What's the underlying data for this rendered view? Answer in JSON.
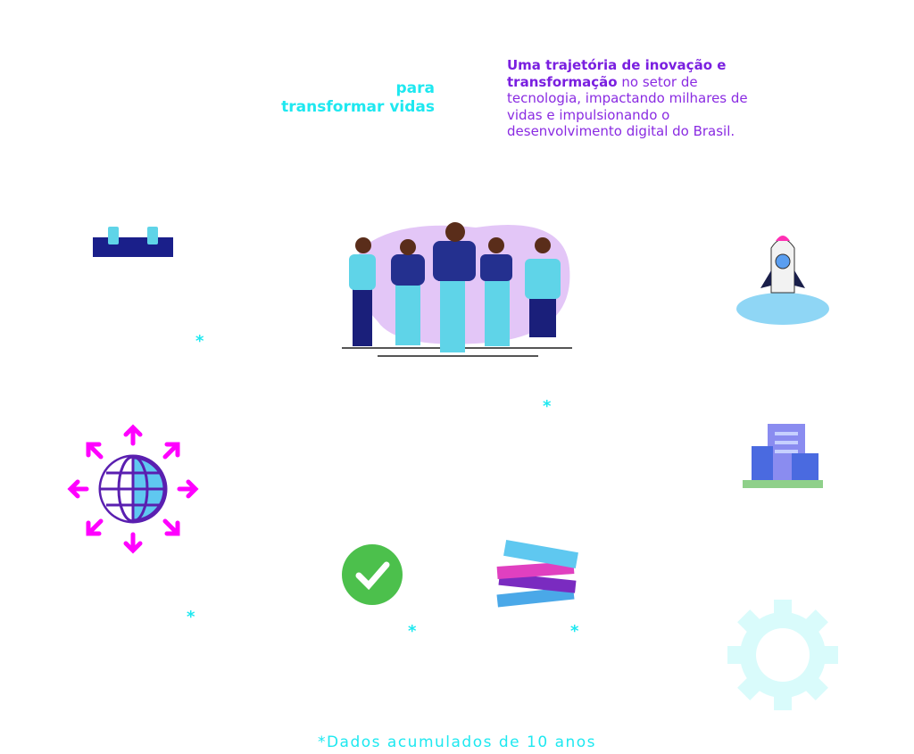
{
  "headline": {
    "line1": "para",
    "line2": "transformar vidas"
  },
  "intro": {
    "bold": "Uma trajetória de inovação e transformação",
    "rest": " no setor de tecnologia, impactando milhares de vidas e impulsionando o desenvolvimento digital do Brasil."
  },
  "asterisk": "*",
  "footer": "*Dados acumulados de 10 anos",
  "colors": {
    "cyan": "#1ee8f0",
    "purple": "#8a2be2",
    "magenta": "#ff00ff"
  }
}
